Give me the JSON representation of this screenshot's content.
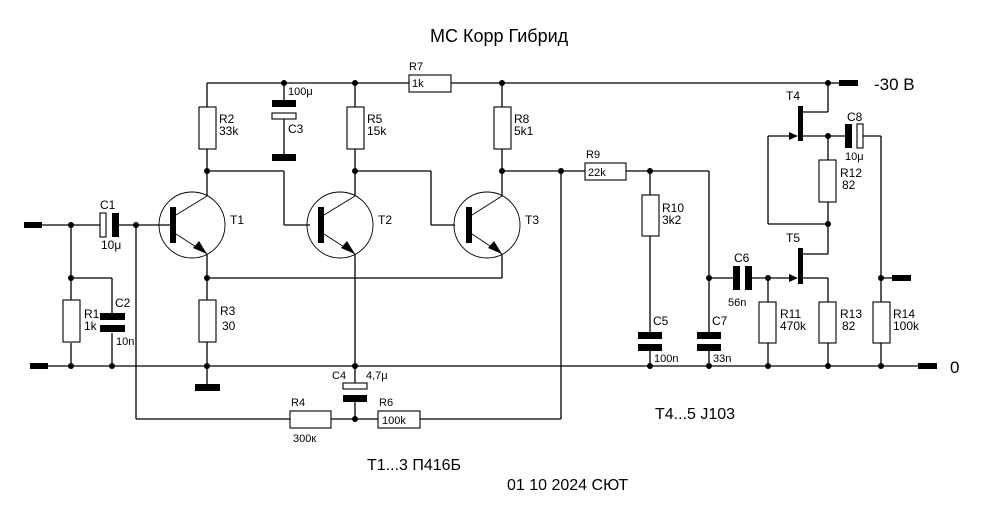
{
  "title": "МС Корр Гибрид",
  "supply_label": "-30 В",
  "ground_label": "0",
  "notes": {
    "t1_3": "Т1...3 П416Б",
    "t4_5": "T4...5 J103",
    "date": "01 10 2024 СЮТ"
  },
  "resistors": {
    "R1": {
      "name": "R1",
      "value": "1k"
    },
    "R2": {
      "name": "R2",
      "value": "33k"
    },
    "R3": {
      "name": "R3",
      "value": "30"
    },
    "R4": {
      "name": "R4",
      "value": "300к"
    },
    "R5": {
      "name": "R5",
      "value": "15k"
    },
    "R6": {
      "name": "R6",
      "value": "100k"
    },
    "R7": {
      "name": "R7",
      "value": "1k"
    },
    "R8": {
      "name": "R8",
      "value": "5k1"
    },
    "R9": {
      "name": "R9",
      "value": "22k"
    },
    "R10": {
      "name": "R10",
      "value": "3k2"
    },
    "R11": {
      "name": "R11",
      "value": "470k"
    },
    "R12": {
      "name": "R12",
      "value": "82"
    },
    "R13": {
      "name": "R13",
      "value": "82"
    },
    "R14": {
      "name": "R14",
      "value": "100k"
    }
  },
  "capacitors": {
    "C1": {
      "name": "C1",
      "value": "10μ"
    },
    "C2": {
      "name": "C2",
      "value": "10n"
    },
    "C3": {
      "name": "C3",
      "value": "100μ"
    },
    "C4": {
      "name": "C4",
      "value": "4,7μ"
    },
    "C5": {
      "name": "C5",
      "value": "100n"
    },
    "C6": {
      "name": "C6",
      "value": "56n"
    },
    "C7": {
      "name": "C7",
      "value": "33n"
    },
    "C8": {
      "name": "C8",
      "value": "10μ"
    }
  },
  "transistors": {
    "T1": "T1",
    "T2": "T2",
    "T3": "T3",
    "T4": "T4",
    "T5": "T5"
  }
}
